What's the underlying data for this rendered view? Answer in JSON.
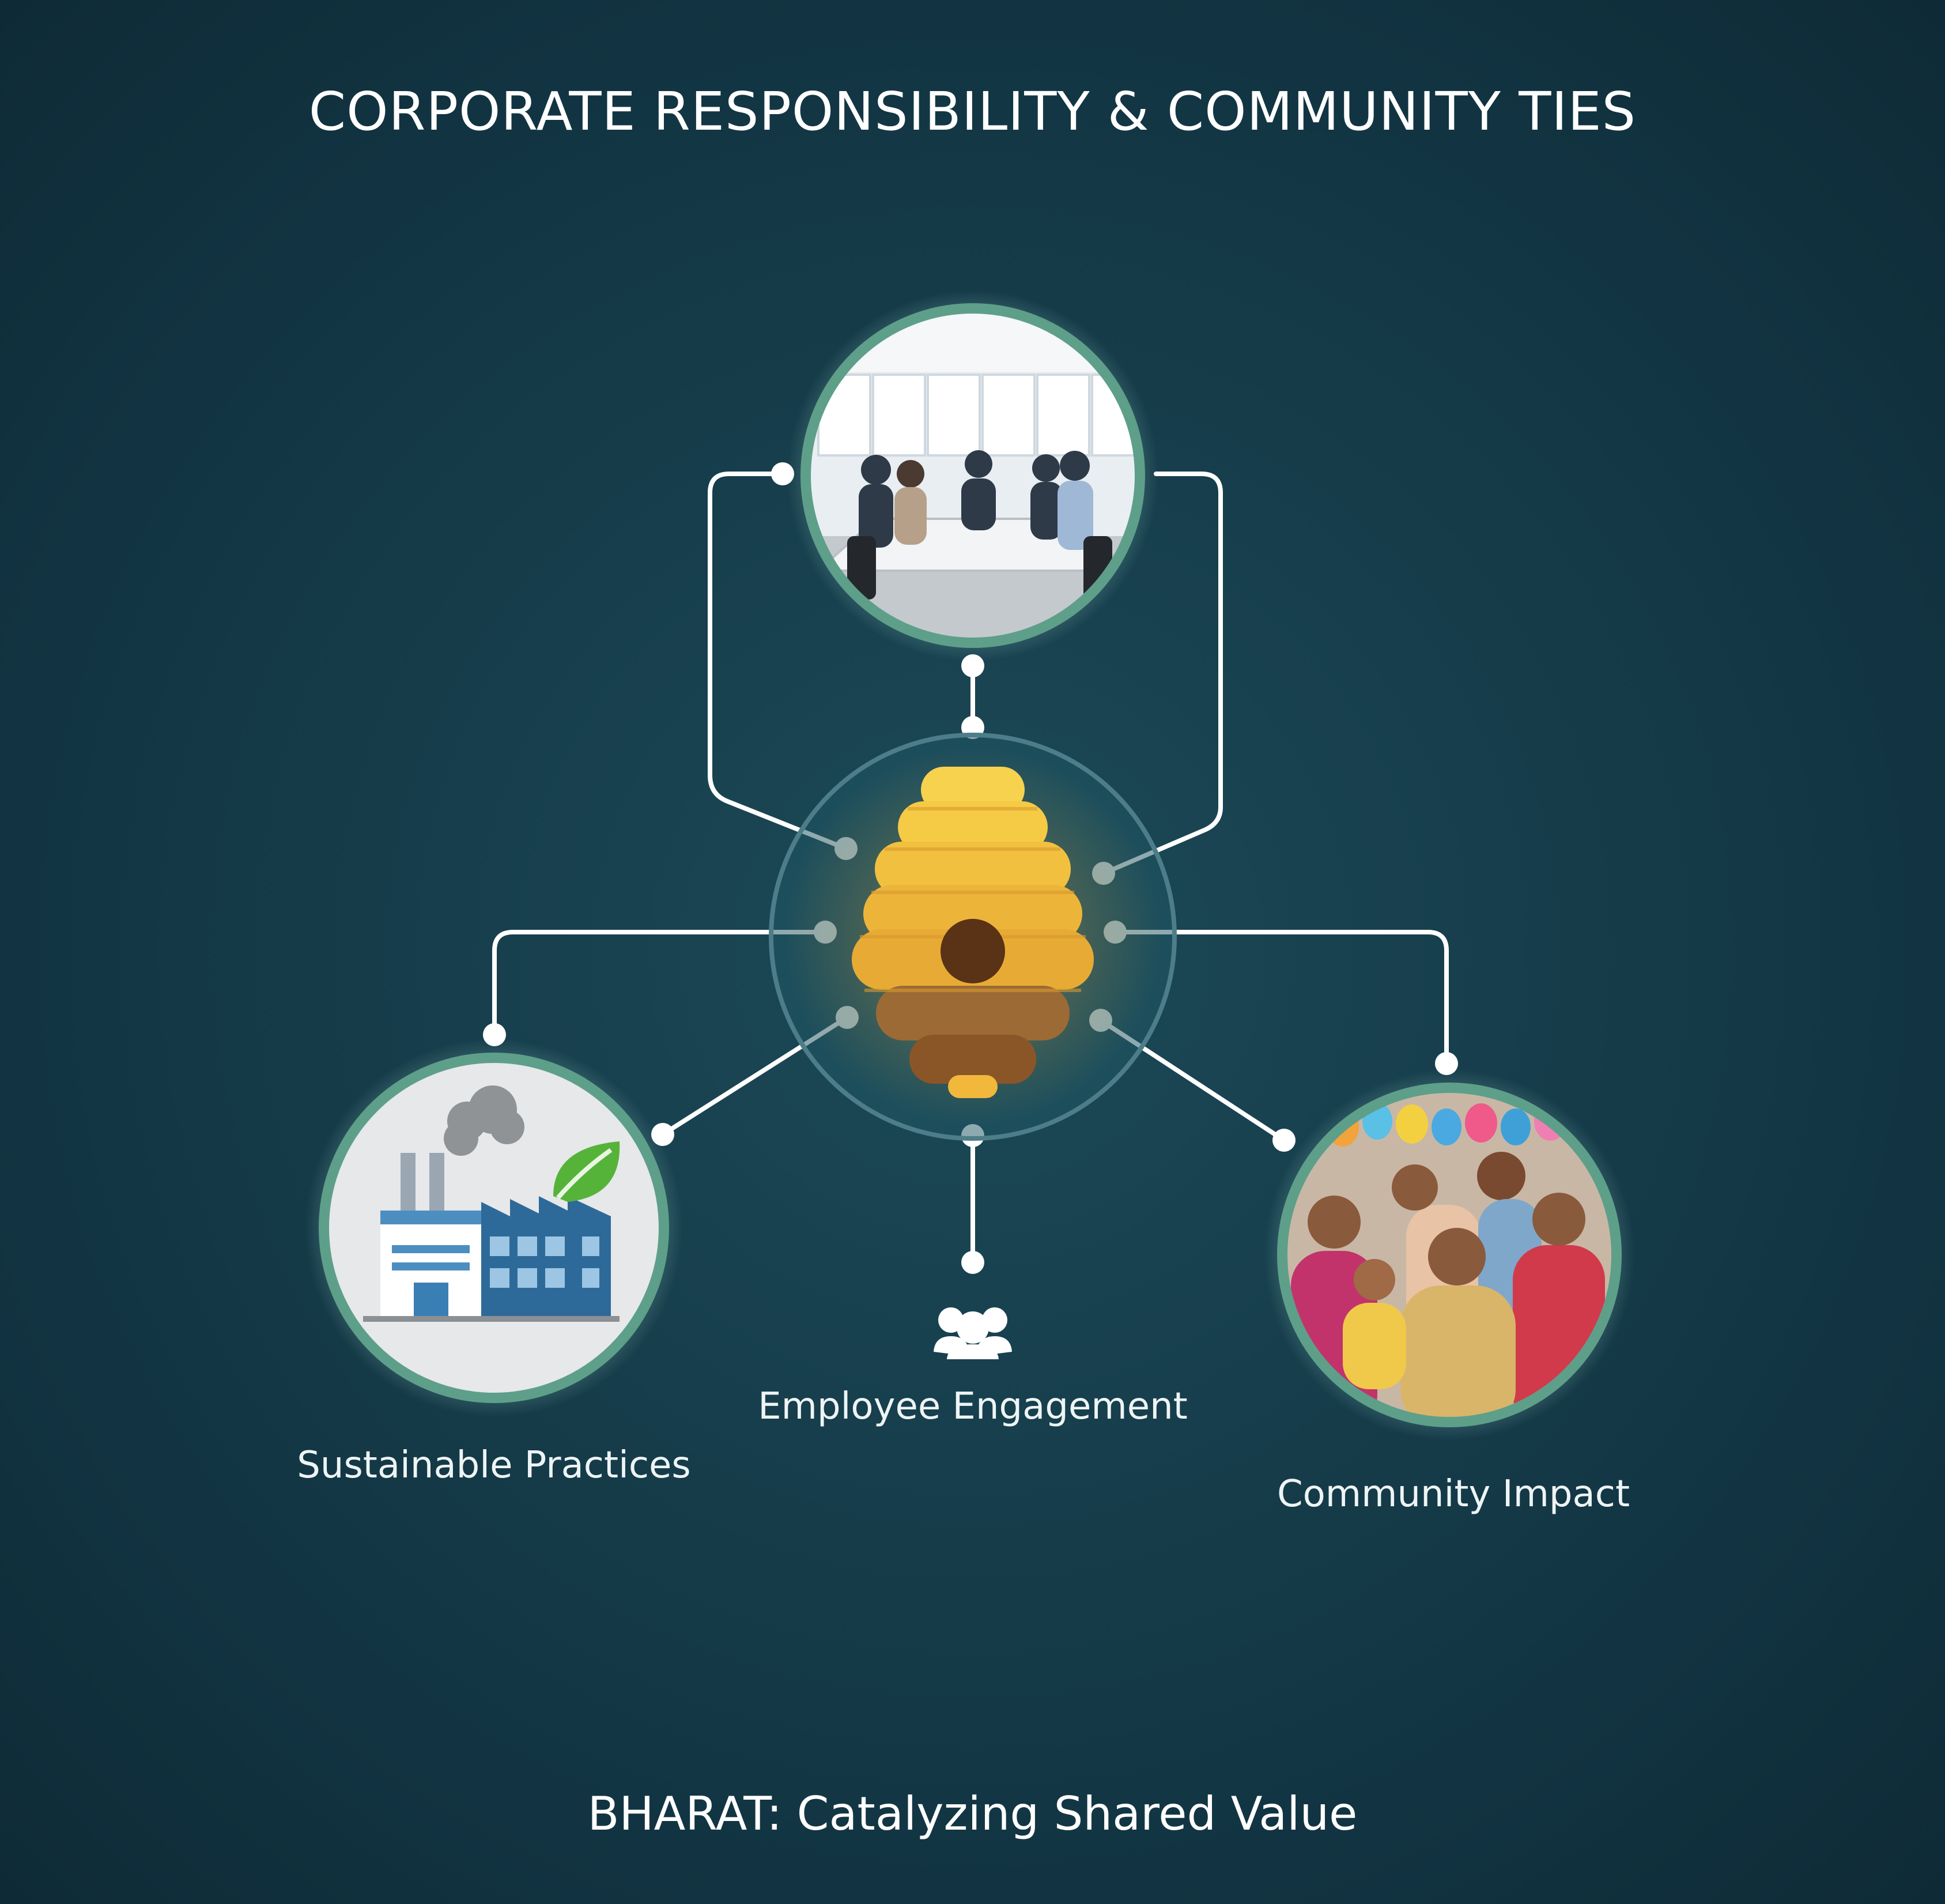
{
  "title": "CORPORATE RESPONSIBILITY & COMMUNITY TIES",
  "footer": "BHARAT: Catalyzing Shared Value",
  "nodes": {
    "sustainable": {
      "label": "Sustainable Practices",
      "icon": "factory-leaf-icon"
    },
    "employee": {
      "label": "Employee Engagement",
      "icon": "people-group-icon"
    },
    "community": {
      "label": "Community Impact",
      "icon": "community-photo"
    },
    "meeting": {
      "icon": "boardroom-meeting-photo"
    },
    "center": {
      "icon": "beehive-icon"
    }
  },
  "colors": {
    "ring": "#5e9f8a",
    "hive_light": "#f6cf4a",
    "hive_mid": "#e9ad36",
    "hive_dark": "#8e5a2a",
    "connector": "#ffffff"
  }
}
